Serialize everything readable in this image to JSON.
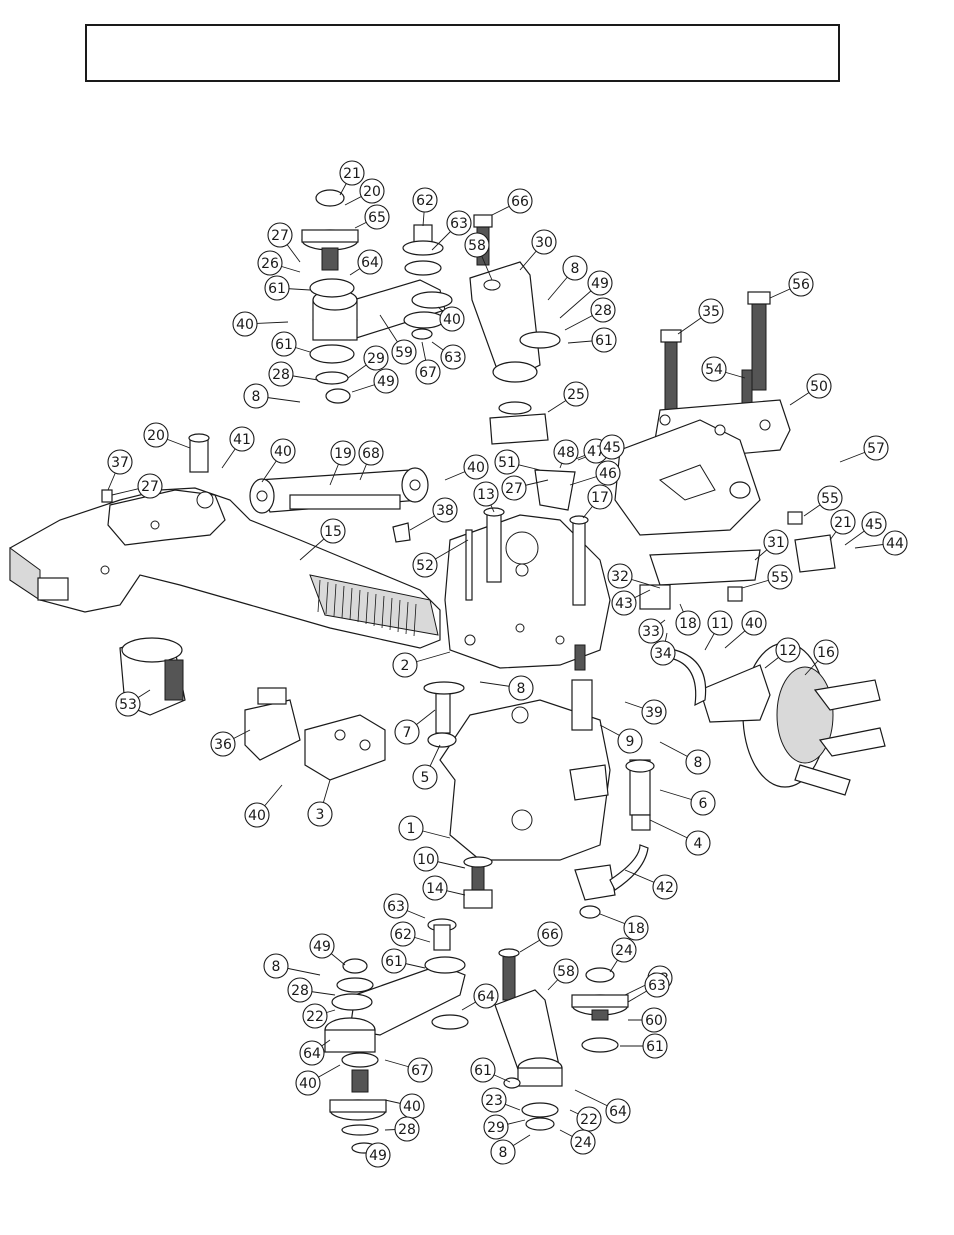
{
  "title_box_text": "",
  "callouts": [
    "21",
    "20",
    "65",
    "62",
    "63",
    "66",
    "58",
    "30",
    "27",
    "26",
    "64",
    "61",
    "8",
    "49",
    "28",
    "61",
    "40",
    "40",
    "59",
    "61",
    "63",
    "67",
    "29",
    "28",
    "49",
    "8",
    "56",
    "35",
    "54",
    "50",
    "25",
    "48",
    "47",
    "20",
    "41",
    "40",
    "19",
    "68",
    "40",
    "51",
    "27",
    "45",
    "46",
    "57",
    "37",
    "27",
    "13",
    "17",
    "55",
    "21",
    "45",
    "44",
    "38",
    "15",
    "52",
    "31",
    "55",
    "32",
    "43",
    "18",
    "33",
    "34",
    "11",
    "40",
    "12",
    "16",
    "2",
    "53",
    "8",
    "7",
    "39",
    "36",
    "9",
    "5",
    "40",
    "3",
    "8",
    "6",
    "1",
    "4",
    "10",
    "42",
    "14",
    "18",
    "63",
    "66",
    "62",
    "24",
    "49",
    "61",
    "58",
    "23",
    "8",
    "28",
    "64",
    "63",
    "22",
    "64",
    "60",
    "61",
    "40",
    "67",
    "61",
    "22",
    "40",
    "64",
    "23",
    "28",
    "29",
    "24",
    "49",
    "8"
  ]
}
